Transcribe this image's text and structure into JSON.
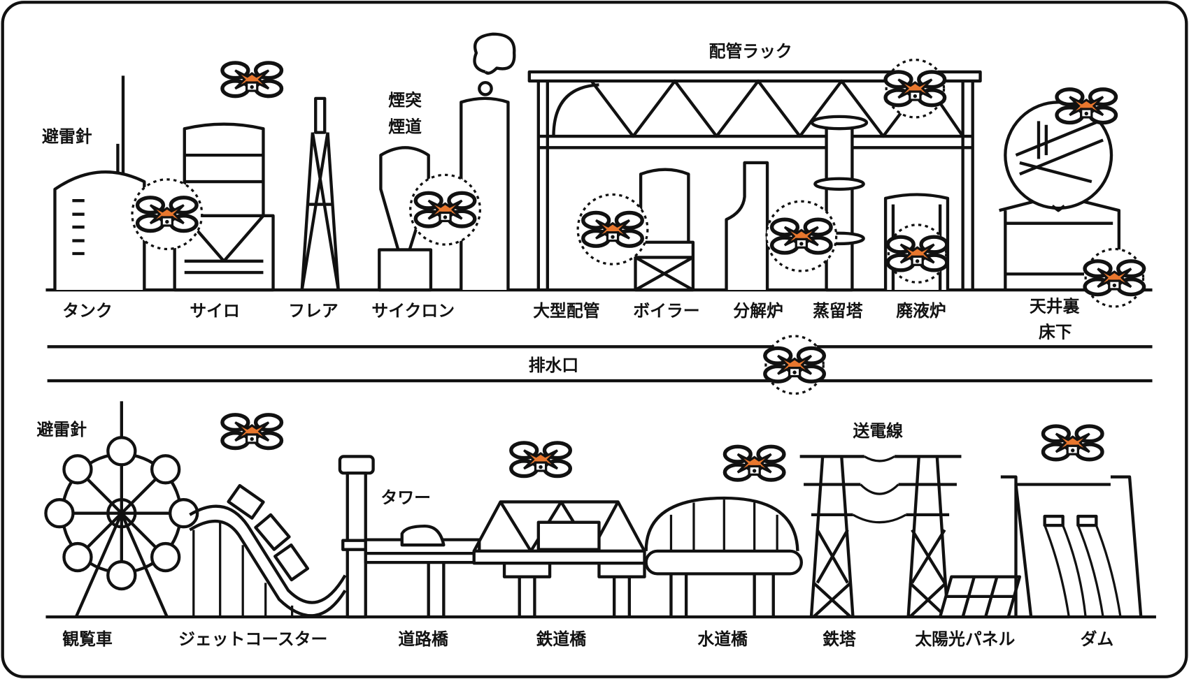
{
  "colors": {
    "drone_accent": "#e8772e",
    "line": "#111111",
    "background": "#ffffff"
  },
  "industrial": {
    "lightning_rod": "避雷針",
    "chimney": [
      "煙突",
      "煙道"
    ],
    "pipe_rack": "配管ラック",
    "items": [
      "タンク",
      "サイロ",
      "フレア",
      "サイクロン",
      "大型配管",
      "ボイラー",
      "分解炉",
      "蒸留塔",
      "廃液炉"
    ],
    "ceiling_floor": [
      "天井裏",
      "床下"
    ],
    "drain": "排水口"
  },
  "infrastructure": {
    "lightning_rod": "避雷針",
    "tower_label": "タワー",
    "power_line": "送電線",
    "items": [
      "観覧車",
      "ジェットコースター",
      "道路橋",
      "鉄道橋",
      "水道橋",
      "鉄塔",
      "太陽光パネル",
      "ダム"
    ]
  },
  "icons": {
    "drone": "drone-icon"
  }
}
